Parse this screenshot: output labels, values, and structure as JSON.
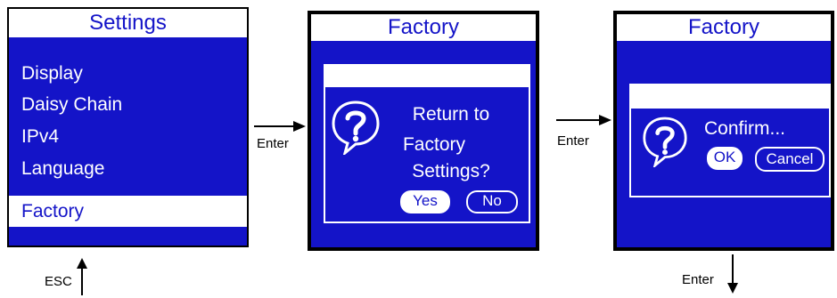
{
  "settings_screen": {
    "title": "Settings",
    "items": [
      {
        "label": "Display"
      },
      {
        "label": "Daisy Chain"
      },
      {
        "label": "IPv4"
      },
      {
        "label": "Language"
      },
      {
        "label": "Factory",
        "selected": true
      }
    ]
  },
  "factory_screen": {
    "title": "Factory",
    "icon": "question-bubble-icon",
    "prompt_lines": [
      "Return to",
      "Factory",
      "Settings?"
    ],
    "yes_label": "Yes",
    "no_label": "No"
  },
  "confirm_screen": {
    "title": "Factory",
    "icon": "question-bubble-icon",
    "prompt": "Confirm...",
    "ok_label": "OK",
    "cancel_label": "Cancel"
  },
  "transitions": {
    "enter_1": "Enter",
    "enter_2": "Enter",
    "enter_3": "Enter",
    "esc": "ESC"
  },
  "colors": {
    "screen_blue": "#1414c8",
    "highlight": "#ffffff",
    "border": "#000000"
  }
}
